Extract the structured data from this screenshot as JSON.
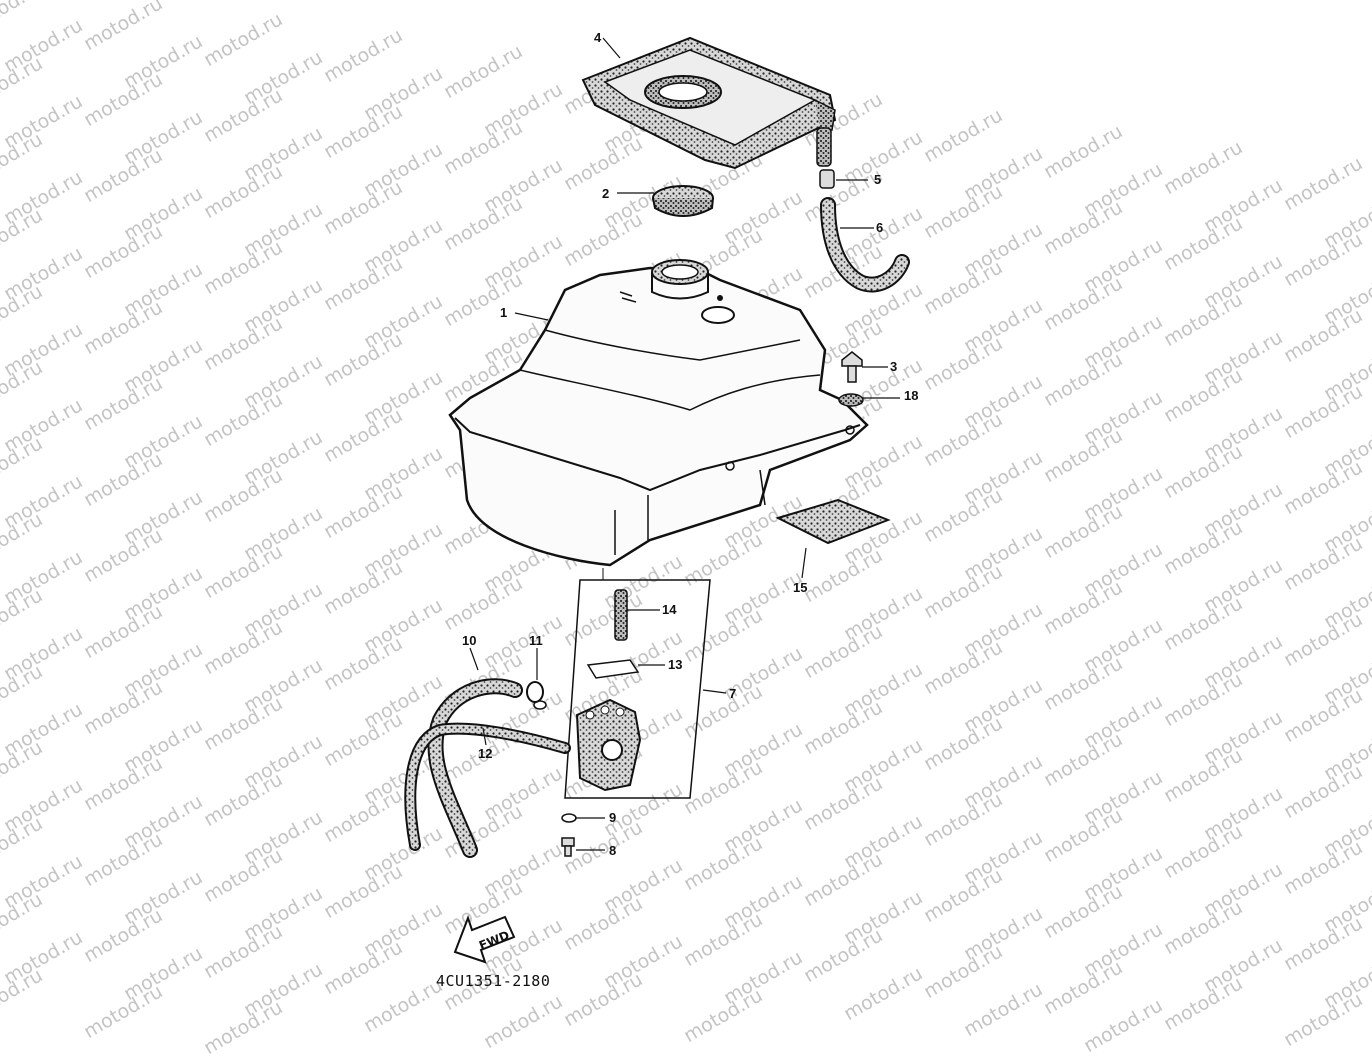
{
  "watermark": "motod.ru",
  "callouts": [
    "1",
    "2",
    "3",
    "4",
    "5",
    "6",
    "7",
    "8",
    "9",
    "10",
    "11",
    "12",
    "13",
    "14",
    "15",
    "18"
  ],
  "direction_label": "FWD",
  "drawing_code": "4CU1351-2180",
  "colors": {
    "ink": "#111111",
    "watermark": "#c4c4c4",
    "background": "#ffffff"
  }
}
